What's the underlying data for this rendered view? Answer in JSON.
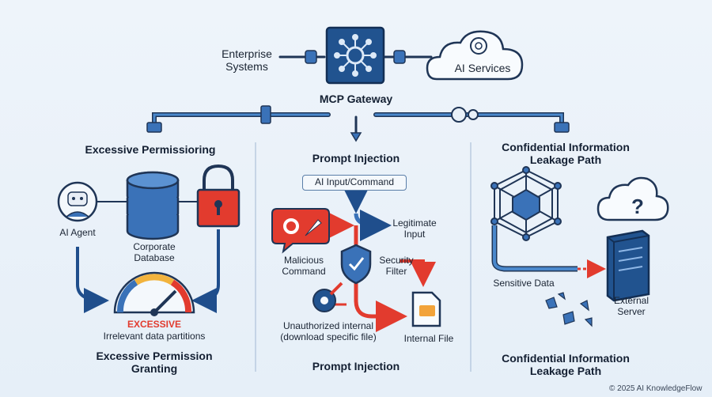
{
  "top": {
    "enterprise": "Enterprise\nSystems",
    "gateway": "MCP Gateway",
    "ai_services": "AI Services"
  },
  "left": {
    "title": "Excessive Permissioring",
    "ai_agent": "AI Agent",
    "database": "Corporate\nDatabase",
    "excessive": "EXCESSIVE",
    "irrelevant": "Irrelevant data partitions",
    "bottom_title": "Excessive Permission\nGranting"
  },
  "middle": {
    "title": "Prompt Injection",
    "input_box": "AI Input/Command",
    "legit": "Legitimate\nInput",
    "malicious": "Malicious\nCommand",
    "filter": "Security\nFilter",
    "unauth": "Unauthorized internal\n(download specific file)",
    "internal_file": "Internal File",
    "bottom_title": "Prompt Injection"
  },
  "right": {
    "title": "Confidential Information\nLeakage Path",
    "sensitive": "Sensitive Data",
    "external": "External\nServer",
    "bottom_title": "Confidential Information\nLeakage Path"
  },
  "footer": "© 2025 AI KnowledgeFlow"
}
